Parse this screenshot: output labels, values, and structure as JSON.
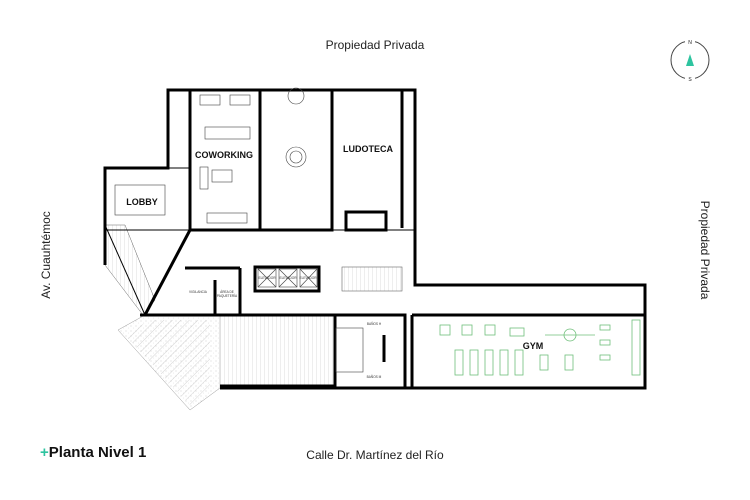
{
  "plan": {
    "title_prefix": "+",
    "title": "Planta Nivel 1",
    "accent_color": "#2ec4a0",
    "gym_equipment_color": "#6fbf7a",
    "surroundings": {
      "north": "Propiedad Privada",
      "east": "Propiedad Privada",
      "west": "Av. Cuauhtémoc",
      "south": "Calle Dr. Martínez del Río"
    },
    "compass": {
      "north": "N",
      "south": "S",
      "icon": "compass-icon"
    },
    "rooms": {
      "coworking": "COWORKING",
      "ludoteca": "LUDOTECA",
      "lobby": "LOBBY",
      "gym": "GYM",
      "vigilancia": "VIGILANCIA",
      "paqueteria_1": "ÁREA DE",
      "paqueteria_2": "PAQUETERÍA",
      "elevator": "ELEVADOR",
      "banos_h": "BAÑOS H",
      "banos_m": "BAÑOS M"
    }
  }
}
